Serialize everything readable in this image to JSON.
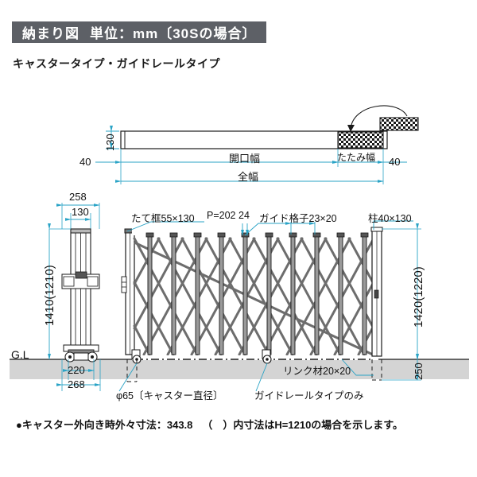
{
  "header": {
    "banner_main": "納まり図",
    "banner_sub": "単位：mm〔30Sの場合〕",
    "subtitle": "キャスタータイプ・ガイドレールタイプ"
  },
  "colors": {
    "banner_bg": "#5d6066",
    "dimension_line": "#29a3c6",
    "outline": "#1a1a1a",
    "ground_fill": "#d4d4d4",
    "member_fill": "#8a8a8a"
  },
  "plan_view": {
    "height_dim": "130",
    "left_offset": "40",
    "right_offset": "40",
    "opening_width": "開口幅",
    "folded_width": "たたみ幅",
    "total_width": "全幅"
  },
  "elevation": {
    "top_dim_outer": "258",
    "top_dim_inner": "130",
    "left_height": "1410(1210)",
    "right_height": "1420(1220)",
    "ground_label": "G.L",
    "base_dim_inner": "220",
    "base_dim_outer": "268",
    "right_base_dim": "250",
    "parts": [
      {
        "label": "たて框55×130"
      },
      {
        "label": "P=202"
      },
      {
        "label": "24"
      },
      {
        "label": "ガイド格子23×20"
      },
      {
        "label": "柱40×130"
      },
      {
        "label": "リンク材20×20"
      },
      {
        "label": "φ65〔キャスター直径〕"
      },
      {
        "label": "ガイドレールタイプのみ"
      }
    ]
  },
  "footnote": {
    "bullet": "●",
    "text_a": "キャスター外向き時外々寸法：343.8",
    "text_b": "（　）内寸法はH=1210の場合を示します。"
  }
}
